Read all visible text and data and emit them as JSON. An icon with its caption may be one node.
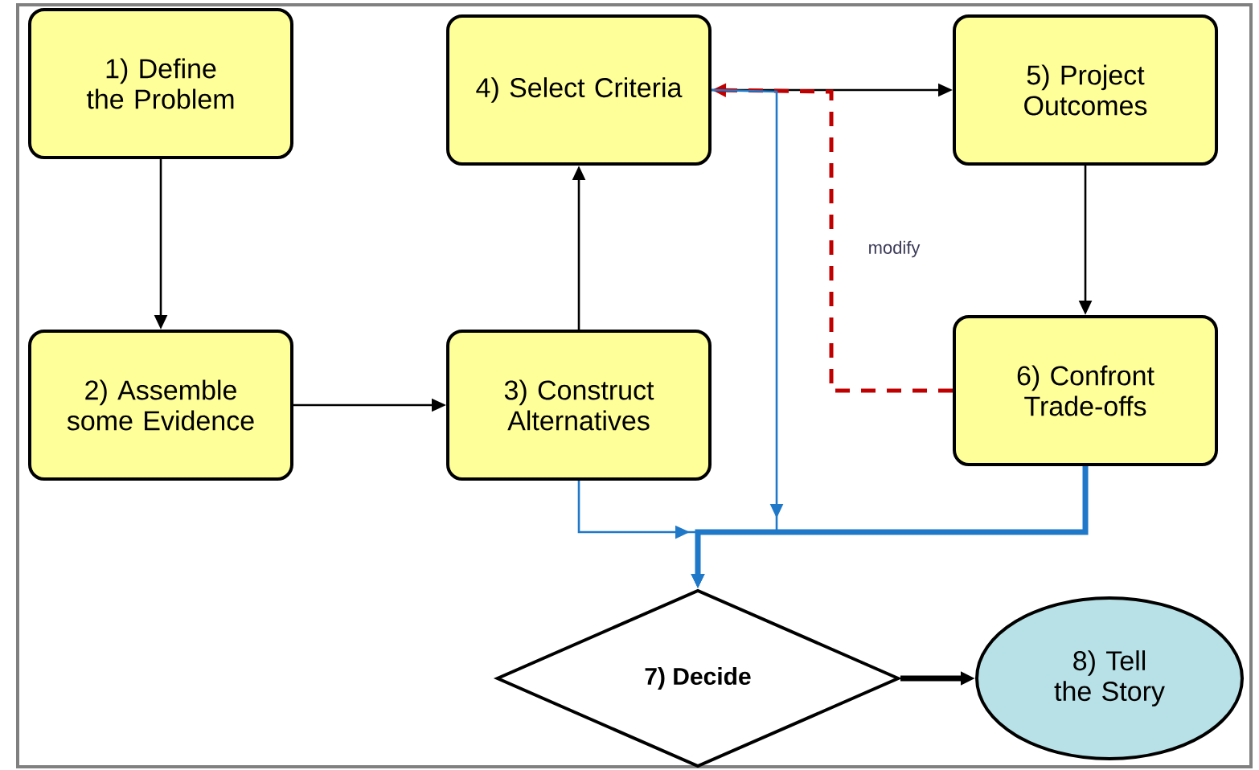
{
  "diagram": {
    "nodes": [
      {
        "text": [
          "1) Define the Problem"
        ]
      },
      {
        "text": [
          "2) Assemble some Evidence"
        ]
      },
      {
        "text": [
          "3) Construct Alternatives"
        ]
      },
      {
        "text": [
          "4) Select Criteria"
        ]
      },
      {
        "text": [
          "5) Project Outcomes"
        ]
      },
      {
        "text": [
          "6) Confront Trade-offs"
        ]
      },
      {
        "text": [
          "7) Decide"
        ]
      },
      {
        "text": [
          "8) Tell the Story"
        ]
      }
    ],
    "edges": [
      {
        "from": 0,
        "to": 1,
        "arrow": "to"
      },
      {
        "from": 1,
        "to": 2,
        "arrow": "to"
      },
      {
        "from": 2,
        "to": 3,
        "arrow": "to"
      },
      {
        "from": 3,
        "to": 4,
        "arrow": "to"
      },
      {
        "from": 4,
        "to": 5,
        "arrow": "to"
      },
      {
        "from": 5,
        "to": 3,
        "arrow": "to",
        "label": "modify",
        "style": "dashed",
        "color": "#c00000"
      },
      {
        "from": 3,
        "to": 6,
        "arrow": "to",
        "color": "#1f78c8"
      },
      {
        "from": 2,
        "to": 6,
        "arrow": "to",
        "color": "#1f78c8"
      },
      {
        "from": 5,
        "to": 6,
        "arrow": "to",
        "style": "thick",
        "color": "#1f78c8"
      },
      {
        "from": 6,
        "to": 7,
        "arrow": "to",
        "style": "thick"
      }
    ]
  }
}
